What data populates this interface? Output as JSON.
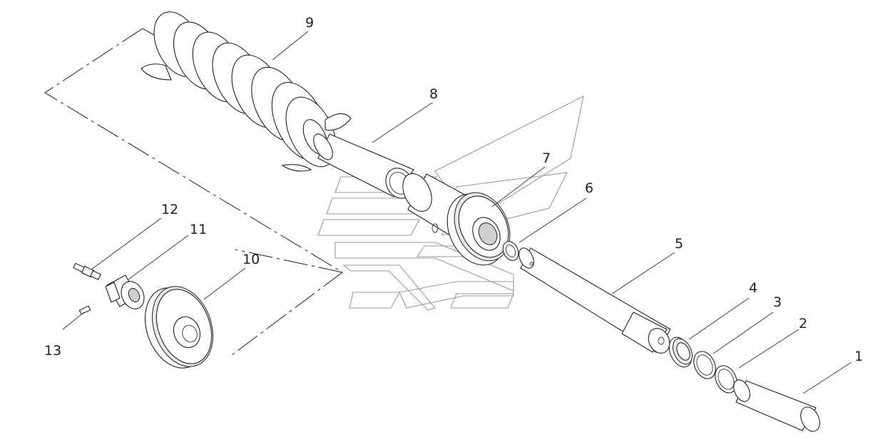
{
  "diagram": {
    "callouts": [
      "1",
      "2",
      "3",
      "4",
      "5",
      "6",
      "7",
      "8",
      "9",
      "10",
      "11",
      "12",
      "13"
    ]
  },
  "colors": {
    "line": "#222222",
    "watermark": "#9a9a9a",
    "background": "#ffffff"
  }
}
